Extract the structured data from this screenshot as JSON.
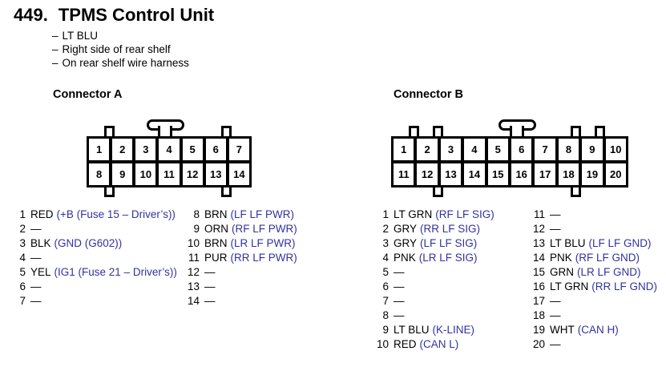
{
  "page": {
    "section_number": "449.",
    "title": "TPMS Control Unit",
    "bullet_dash": "–",
    "bullets": [
      "LT BLU",
      "Right side of rear shelf",
      "On rear shelf wire harness"
    ]
  },
  "colors": {
    "signal_blue": "#3232a0",
    "line_black": "#000000"
  },
  "connector_a": {
    "label": "Connector A",
    "grid_pins": [
      "1",
      "2",
      "3",
      "4",
      "5",
      "6",
      "7",
      "8",
      "9",
      "10",
      "11",
      "12",
      "13",
      "14"
    ],
    "pins_left": [
      {
        "n": "1",
        "wire": "RED",
        "signal": "(+B (Fuse 15 – Driver’s))"
      },
      {
        "n": "2",
        "wire": "—",
        "signal": ""
      },
      {
        "n": "3",
        "wire": "BLK",
        "signal": "(GND (G602))"
      },
      {
        "n": "4",
        "wire": "—",
        "signal": ""
      },
      {
        "n": "5",
        "wire": "YEL",
        "signal": "(IG1 (Fuse 21 – Driver’s))"
      },
      {
        "n": "6",
        "wire": "—",
        "signal": ""
      },
      {
        "n": "7",
        "wire": "—",
        "signal": ""
      }
    ],
    "pins_right": [
      {
        "n": "8",
        "wire": "BRN",
        "signal": "(LF LF PWR)"
      },
      {
        "n": "9",
        "wire": "ORN",
        "signal": "(RF LF PWR)"
      },
      {
        "n": "10",
        "wire": "BRN",
        "signal": "(LR LF PWR)"
      },
      {
        "n": "11",
        "wire": "PUR",
        "signal": "(RR LF PWR)"
      },
      {
        "n": "12",
        "wire": "—",
        "signal": ""
      },
      {
        "n": "13",
        "wire": "—",
        "signal": ""
      },
      {
        "n": "14",
        "wire": "—",
        "signal": ""
      }
    ]
  },
  "connector_b": {
    "label": "Connector B",
    "grid_pins": [
      "1",
      "2",
      "3",
      "4",
      "5",
      "6",
      "7",
      "8",
      "9",
      "10",
      "11",
      "12",
      "13",
      "14",
      "15",
      "16",
      "17",
      "18",
      "19",
      "20"
    ],
    "pins_left": [
      {
        "n": "1",
        "wire": "LT GRN",
        "signal": "(RF LF SIG)"
      },
      {
        "n": "2",
        "wire": "GRY",
        "signal": "(RR LF SIG)"
      },
      {
        "n": "3",
        "wire": "GRY",
        "signal": "(LF LF SIG)"
      },
      {
        "n": "4",
        "wire": "PNK",
        "signal": "(LR LF SIG)"
      },
      {
        "n": "5",
        "wire": "—",
        "signal": ""
      },
      {
        "n": "6",
        "wire": "—",
        "signal": ""
      },
      {
        "n": "7",
        "wire": "—",
        "signal": ""
      },
      {
        "n": "8",
        "wire": "—",
        "signal": ""
      },
      {
        "n": "9",
        "wire": "LT BLU",
        "signal": "(K-LINE)"
      },
      {
        "n": "10",
        "wire": "RED",
        "signal": "(CAN L)"
      }
    ],
    "pins_right": [
      {
        "n": "11",
        "wire": "—",
        "signal": ""
      },
      {
        "n": "12",
        "wire": "—",
        "signal": ""
      },
      {
        "n": "13",
        "wire": "LT BLU",
        "signal": "(LF LF GND)"
      },
      {
        "n": "14",
        "wire": "PNK",
        "signal": "(RF LF GND)"
      },
      {
        "n": "15",
        "wire": "GRN",
        "signal": "(LR LF GND)"
      },
      {
        "n": "16",
        "wire": "LT GRN",
        "signal": "(RR LF GND)"
      },
      {
        "n": "17",
        "wire": "—",
        "signal": ""
      },
      {
        "n": "18",
        "wire": "—",
        "signal": ""
      },
      {
        "n": "19",
        "wire": "WHT",
        "signal": "(CAN H)"
      },
      {
        "n": "20",
        "wire": "—",
        "signal": ""
      }
    ]
  }
}
